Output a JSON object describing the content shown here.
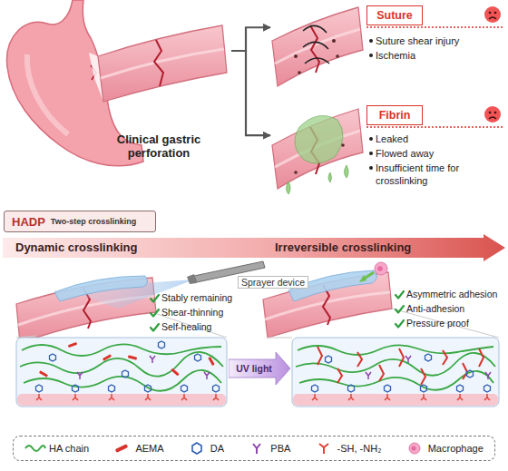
{
  "diagram": {
    "nodes": [
      {
        "text": [
          "Clinical gastric perforation"
        ]
      },
      {
        "text": [
          "Suture shear injury",
          "Ischemia"
        ]
      },
      {
        "text": [
          "Suture"
        ],
        "in": 1
      },
      {
        "text": [
          "Leaked",
          "Flowed away",
          "Insufficient time for crosslinking"
        ]
      },
      {
        "text": [
          "Fibrin"
        ],
        "in": 3
      },
      {
        "text": [
          "HADP",
          "Two-step crosslinking"
        ]
      },
      {
        "text": [
          "Dynamic crosslinking",
          "Irreversible crosslinking"
        ]
      },
      {
        "text": [
          "UV light"
        ]
      }
    ],
    "edges": [
      {
        "from": 0,
        "to": 1,
        "arrow": "to"
      },
      {
        "from": 0,
        "to": 3,
        "arrow": "to"
      }
    ],
    "labels": [
      "Sprayer device",
      "Stably remaining",
      "Shear-thinning",
      "Self-healing",
      "Asymmetric adhesion",
      "Anti-adhesion",
      "Pressure proof"
    ],
    "legend": [
      {
        "text": "HA chain"
      },
      {
        "text": "AEMA"
      },
      {
        "text": "DA"
      },
      {
        "text": "PBA"
      },
      {
        "text": "-SH, -NH₂"
      },
      {
        "text": "Macrophage"
      }
    ]
  }
}
